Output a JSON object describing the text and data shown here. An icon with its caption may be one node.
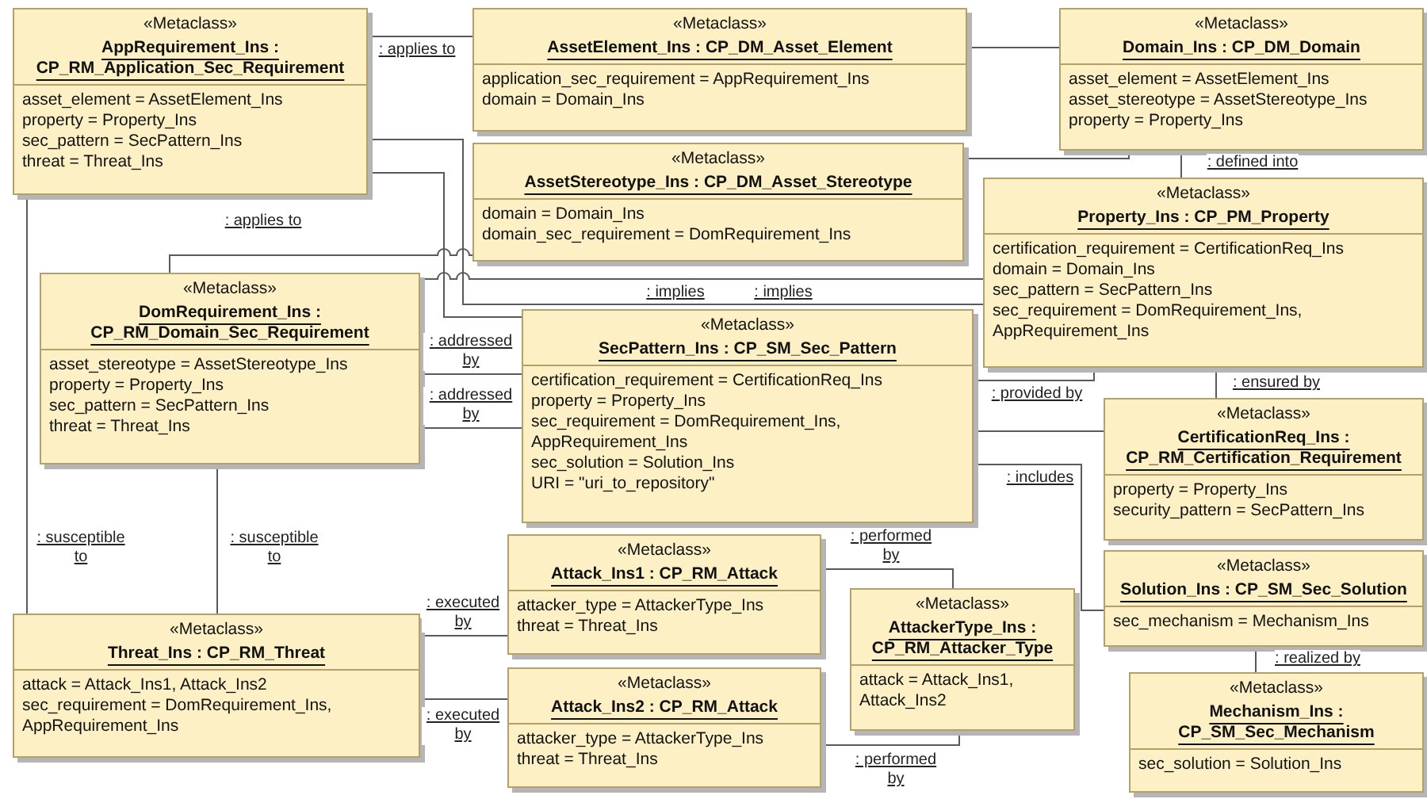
{
  "diagram": {
    "nodes": [
      {
        "text": [
          "«Metaclass»",
          "AppRequirement_Ins : CP_RM_Application_Sec_Requirement",
          "asset_element = AssetElement_Ins",
          "property = Property_Ins",
          "sec_pattern = SecPattern_Ins",
          "threat = Threat_Ins"
        ]
      },
      {
        "text": [
          "«Metaclass»",
          "AssetElement_Ins : CP_DM_Asset_Element",
          "application_sec_requirement = AppRequirement_Ins",
          "domain = Domain_Ins"
        ]
      },
      {
        "text": [
          "«Metaclass»",
          "Domain_Ins : CP_DM_Domain",
          "asset_element = AssetElement_Ins",
          "asset_stereotype = AssetStereotype_Ins",
          "property = Property_Ins"
        ]
      },
      {
        "text": [
          "«Metaclass»",
          "AssetStereotype_Ins : CP_DM_Asset_Stereotype",
          "domain = Domain_Ins",
          "domain_sec_requirement = DomRequirement_Ins"
        ]
      },
      {
        "text": [
          "«Metaclass»",
          "Property_Ins : CP_PM_Property",
          "certification_requirement = CertificationReq_Ins",
          "domain = Domain_Ins",
          "sec_pattern = SecPattern_Ins",
          "sec_requirement = DomRequirement_Ins, AppRequirement_Ins"
        ]
      },
      {
        "text": [
          "«Metaclass»",
          "DomRequirement_Ins : CP_RM_Domain_Sec_Requirement",
          "asset_stereotype = AssetStereotype_Ins",
          "property = Property_Ins",
          "sec_pattern = SecPattern_Ins",
          "threat = Threat_Ins"
        ]
      },
      {
        "text": [
          "«Metaclass»",
          "SecPattern_Ins : CP_SM_Sec_Pattern",
          "certification_requirement = CertificationReq_Ins",
          "property = Property_Ins",
          "sec_requirement = DomRequirement_Ins, AppRequirement_Ins",
          "sec_solution = Solution_Ins",
          "URI = \"uri_to_repository\""
        ]
      },
      {
        "text": [
          "«Metaclass»",
          "CertificationReq_Ins : CP_RM_Certification_Requirement",
          "property = Property_Ins",
          "security_pattern = SecPattern_Ins"
        ]
      },
      {
        "text": [
          "«Metaclass»",
          "Solution_Ins : CP_SM_Sec_Solution",
          "sec_mechanism = Mechanism_Ins"
        ]
      },
      {
        "text": [
          "«Metaclass»",
          "Attack_Ins1 : CP_RM_Attack",
          "attacker_type = AttackerType_Ins",
          "threat = Threat_Ins"
        ]
      },
      {
        "text": [
          "«Metaclass»",
          "AttackerType_Ins : CP_RM_Attacker_Type",
          "attack = Attack_Ins1, Attack_Ins2"
        ]
      },
      {
        "text": [
          "«Metaclass»",
          "Threat_Ins : CP_RM_Threat",
          "attack = Attack_Ins1, Attack_Ins2",
          "sec_requirement = DomRequirement_Ins, AppRequirement_Ins"
        ]
      },
      {
        "text": [
          "«Metaclass»",
          "Attack_Ins2 : CP_RM_Attack",
          "attacker_type = AttackerType_Ins",
          "threat = Threat_Ins"
        ]
      },
      {
        "text": [
          "«Metaclass»",
          "Mechanism_Ins : CP_SM_Sec_Mechanism",
          "sec_solution = Solution_Ins"
        ]
      }
    ],
    "edges": [
      {
        "from": 0,
        "to": 1,
        "arrow": "none",
        "label": ": applies to"
      },
      {
        "from": 1,
        "to": 2,
        "arrow": "none"
      },
      {
        "from": 3,
        "to": 2,
        "arrow": "none"
      },
      {
        "from": 2,
        "to": 4,
        "arrow": "none",
        "label": ": defined into"
      },
      {
        "from": 5,
        "to": 3,
        "arrow": "none",
        "label": ": applies to"
      },
      {
        "from": 5,
        "to": 4,
        "arrow": "none",
        "label": ": implies"
      },
      {
        "from": 0,
        "to": 4,
        "arrow": "none",
        "label": ": implies"
      },
      {
        "from": 0,
        "to": 6,
        "arrow": "none"
      },
      {
        "from": 5,
        "to": 6,
        "arrow": "none",
        "label": ": addressed by"
      },
      {
        "from": 5,
        "to": 6,
        "arrow": "none",
        "label": ": addressed by"
      },
      {
        "from": 0,
        "to": 11,
        "arrow": "none",
        "label": ": susceptible to"
      },
      {
        "from": 5,
        "to": 11,
        "arrow": "none",
        "label": ": susceptible to"
      },
      {
        "from": 11,
        "to": 9,
        "arrow": "none",
        "label": ": executed by"
      },
      {
        "from": 11,
        "to": 12,
        "arrow": "none",
        "label": ": executed by"
      },
      {
        "from": 9,
        "to": 10,
        "arrow": "none",
        "label": ": performed by"
      },
      {
        "from": 12,
        "to": 10,
        "arrow": "none",
        "label": ": performed by"
      },
      {
        "from": 6,
        "to": 4,
        "arrow": "none",
        "label": ": provided by"
      },
      {
        "from": 4,
        "to": 7,
        "arrow": "none",
        "label": ": ensured by"
      },
      {
        "from": 6,
        "to": 7,
        "arrow": "none"
      },
      {
        "from": 6,
        "to": 8,
        "arrow": "none",
        "label": ": includes"
      },
      {
        "from": 8,
        "to": 13,
        "arrow": "none",
        "label": ": realized by"
      }
    ]
  }
}
